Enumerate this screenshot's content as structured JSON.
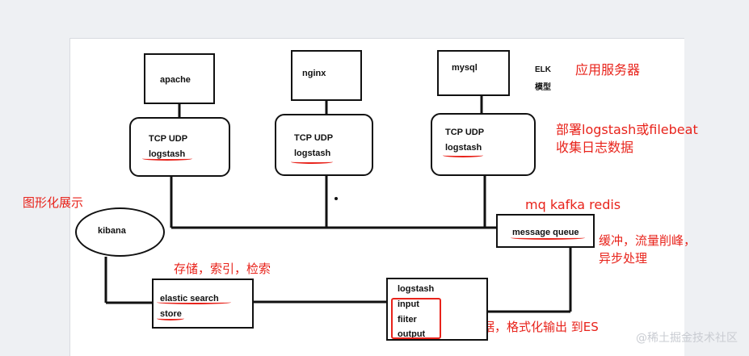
{
  "servers": {
    "apache": "apache",
    "nginx": "nginx",
    "mysql": "mysql"
  },
  "agent": {
    "protocols": "TCP  UDP",
    "name": "logstash"
  },
  "elk_label_1": "ELK",
  "elk_label_2": "模型",
  "annotations": {
    "app_servers": "应用服务器",
    "deploy_line1": "部署logstash或filebeat",
    "deploy_line2": "收集日志数据",
    "visualize": "图形化展示",
    "mq_options": "mq  kafka  redis",
    "buffer_line1": "缓冲，流量削峰，",
    "buffer_line2": "异步处理",
    "storage": "存储，索引，检索",
    "filter": "过滤数据，格式化输出  到ES"
  },
  "kibana": "kibana",
  "message_queue": "message queue",
  "elastic": {
    "line1": "elastic search",
    "line2": "store"
  },
  "logstash_central": {
    "title": "logstash",
    "input": "input",
    "filter": "fiiter",
    "output": "output"
  },
  "watermark": "@稀土掘金技术社区",
  "colors": {
    "annotation": "#e8231b",
    "line": "#111111"
  }
}
